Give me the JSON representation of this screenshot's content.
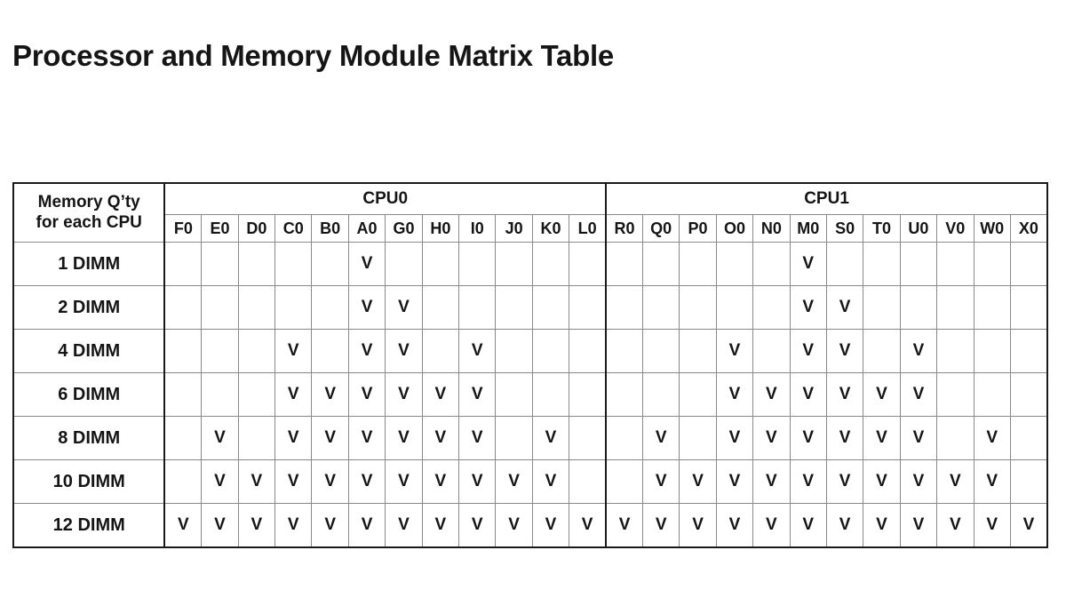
{
  "page": {
    "title": "Processor and Memory Module Matrix Table"
  },
  "table": {
    "corner_header": {
      "line1": "Memory Q’ty",
      "line2": "for each CPU"
    },
    "mark_symbol": "V",
    "empty_symbol": "",
    "groups": [
      {
        "name": "CPU0",
        "columns": [
          "F0",
          "E0",
          "D0",
          "C0",
          "B0",
          "A0",
          "G0",
          "H0",
          "I0",
          "J0",
          "K0",
          "L0"
        ]
      },
      {
        "name": "CPU1",
        "columns": [
          "R0",
          "Q0",
          "P0",
          "O0",
          "N0",
          "M0",
          "S0",
          "T0",
          "U0",
          "V0",
          "W0",
          "X0"
        ]
      }
    ],
    "rows": [
      {
        "label": "1 DIMM",
        "cpu0": [
          0,
          0,
          0,
          0,
          0,
          1,
          0,
          0,
          0,
          0,
          0,
          0
        ],
        "cpu1": [
          0,
          0,
          0,
          0,
          0,
          1,
          0,
          0,
          0,
          0,
          0,
          0
        ]
      },
      {
        "label": "2 DIMM",
        "cpu0": [
          0,
          0,
          0,
          0,
          0,
          1,
          1,
          0,
          0,
          0,
          0,
          0
        ],
        "cpu1": [
          0,
          0,
          0,
          0,
          0,
          1,
          1,
          0,
          0,
          0,
          0,
          0
        ]
      },
      {
        "label": "4 DIMM",
        "cpu0": [
          0,
          0,
          0,
          1,
          0,
          1,
          1,
          0,
          1,
          0,
          0,
          0
        ],
        "cpu1": [
          0,
          0,
          0,
          1,
          0,
          1,
          1,
          0,
          1,
          0,
          0,
          0
        ]
      },
      {
        "label": "6 DIMM",
        "cpu0": [
          0,
          0,
          0,
          1,
          1,
          1,
          1,
          1,
          1,
          0,
          0,
          0
        ],
        "cpu1": [
          0,
          0,
          0,
          1,
          1,
          1,
          1,
          1,
          1,
          0,
          0,
          0
        ]
      },
      {
        "label": "8 DIMM",
        "cpu0": [
          0,
          1,
          0,
          1,
          1,
          1,
          1,
          1,
          1,
          0,
          1,
          0
        ],
        "cpu1": [
          0,
          1,
          0,
          1,
          1,
          1,
          1,
          1,
          1,
          0,
          1,
          0
        ]
      },
      {
        "label": "10 DIMM",
        "cpu0": [
          0,
          1,
          1,
          1,
          1,
          1,
          1,
          1,
          1,
          1,
          1,
          0
        ],
        "cpu1": [
          0,
          1,
          1,
          1,
          1,
          1,
          1,
          1,
          1,
          1,
          1,
          0
        ]
      },
      {
        "label": "12 DIMM",
        "cpu0": [
          1,
          1,
          1,
          1,
          1,
          1,
          1,
          1,
          1,
          1,
          1,
          1
        ],
        "cpu1": [
          1,
          1,
          1,
          1,
          1,
          1,
          1,
          1,
          1,
          1,
          1,
          1
        ]
      }
    ]
  }
}
